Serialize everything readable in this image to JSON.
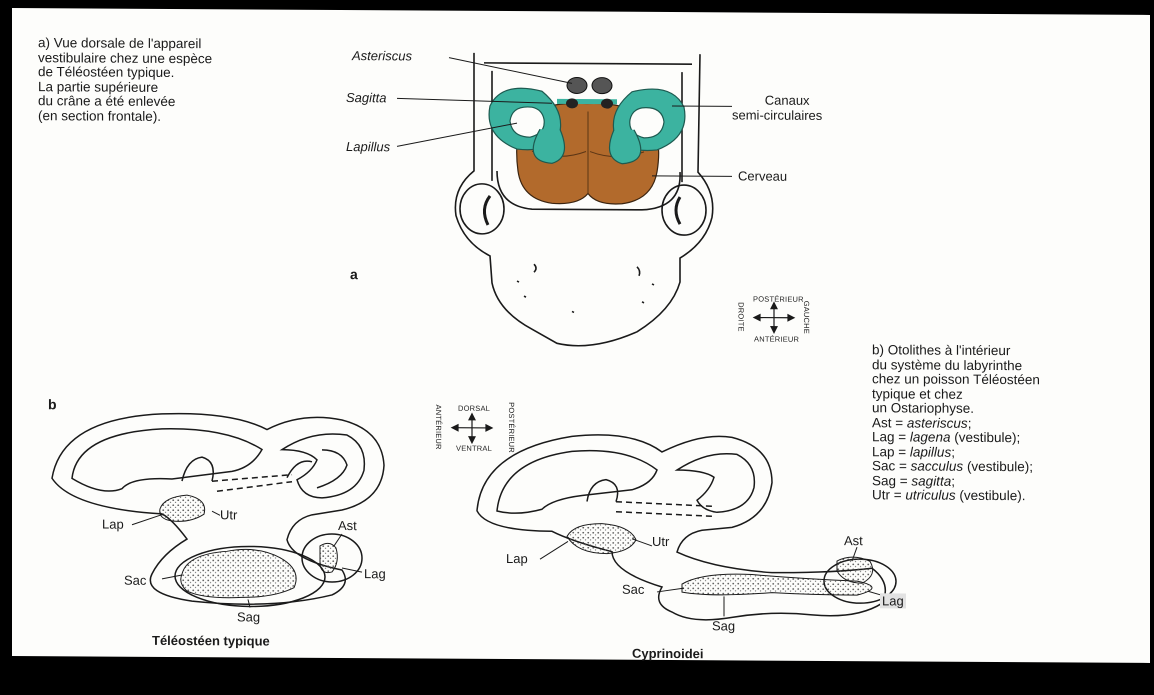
{
  "panel_a": {
    "caption_lines": [
      "a) Vue dorsale de l'appareil",
      "vestibulaire chez une espèce",
      "de Téléostéen typique.",
      "La partie supérieure",
      "du crâne a été enlevée",
      "(en section frontale)."
    ],
    "letter": "a",
    "labels": {
      "asteriscus": "Asteriscus",
      "sagitta": "Sagitta",
      "lapillus": "Lapillus",
      "canaux_1": "Canaux",
      "canaux_2": "semi-circulaires",
      "cerveau": "Cerveau"
    },
    "compass": {
      "top": "POSTÉRIEUR",
      "bottom": "ANTÉRIEUR",
      "left": "DROITE",
      "right": "GAUCHE"
    }
  },
  "panel_b": {
    "letter": "b",
    "compass": {
      "top": "DORSAL",
      "bottom": "VENTRAL",
      "left": "ANTÉRIEUR",
      "right": "POSTÉRIEUR"
    },
    "left_labels": {
      "lap": "Lap",
      "utr": "Utr",
      "ast": "Ast",
      "lag": "Lag",
      "sac": "Sac",
      "sag": "Sag"
    },
    "right_labels": {
      "lap": "Lap",
      "utr": "Utr",
      "ast": "Ast",
      "lag": "Lag",
      "sac": "Sac",
      "sag": "Sag"
    },
    "left_title": "Téléostéen typique",
    "right_title": "Cyprinoidei",
    "caption_lines": [
      "b) Otolithes à l'intérieur",
      "du système du labyrinthe",
      "chez un poisson Téléostéen",
      "typique et chez",
      "un Ostariophyse."
    ],
    "legend": [
      {
        "abbr": "Ast",
        "eq": " = ",
        "term": "asteriscus",
        "rest": ";"
      },
      {
        "abbr": "Lag",
        "eq": " = ",
        "term": "lagena",
        "rest": " (vestibule);"
      },
      {
        "abbr": "Lap",
        "eq": " = ",
        "term": "lapillus",
        "rest": ";"
      },
      {
        "abbr": "Sac",
        "eq": " = ",
        "term": "sacculus",
        "rest": " (vestibule);"
      },
      {
        "abbr": "Sag",
        "eq": " = ",
        "term": "sagitta",
        "rest": ";"
      },
      {
        "abbr": "Utr",
        "eq": " = ",
        "term": "utriculus",
        "rest": " (vestibule)."
      }
    ]
  },
  "colors": {
    "canals": "#3cb3a0",
    "brain": "#b26a2c",
    "ink": "#1a1a1a"
  }
}
